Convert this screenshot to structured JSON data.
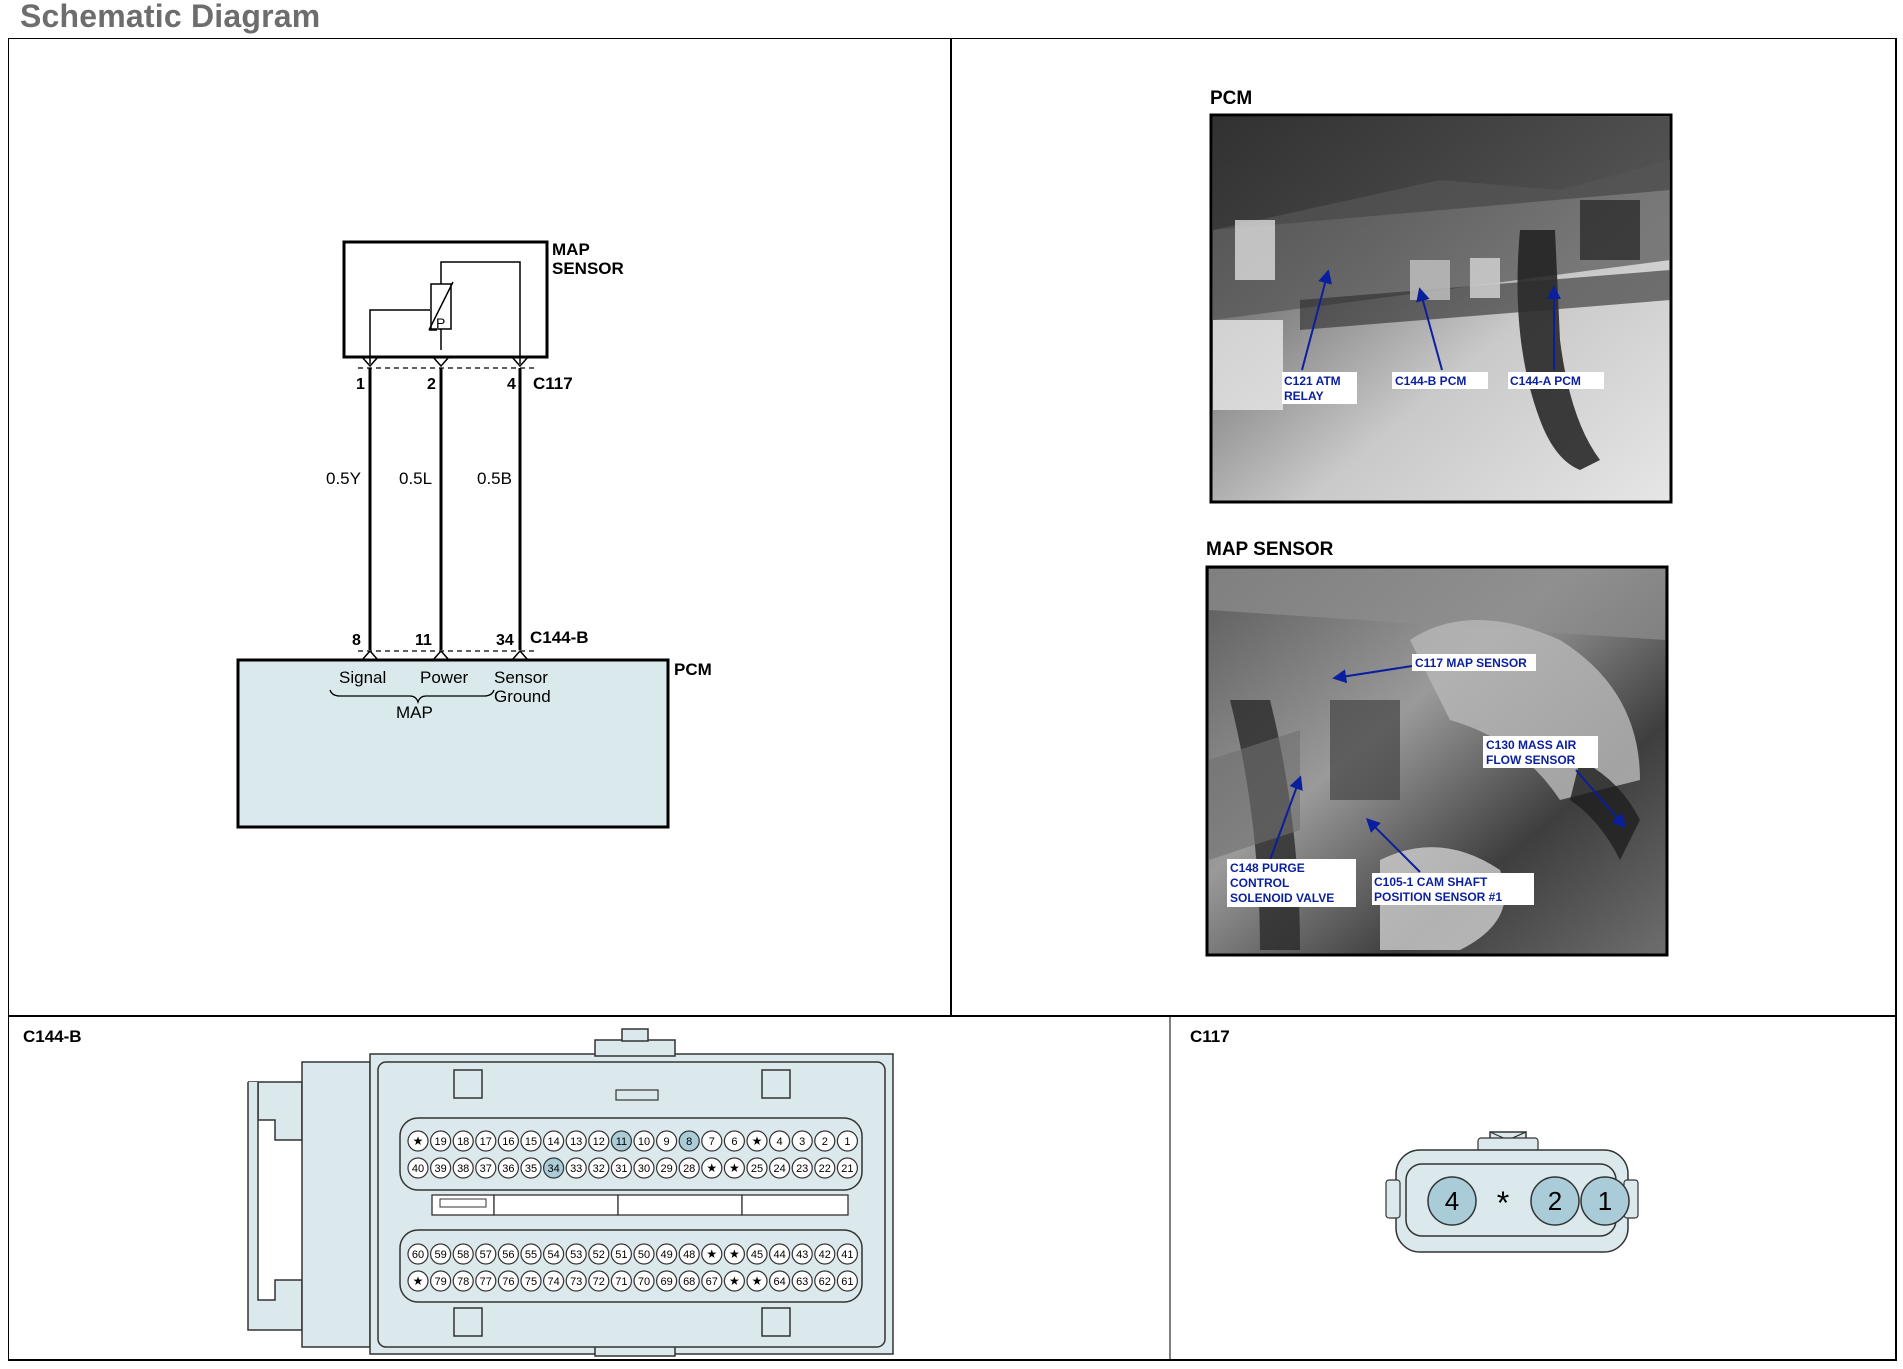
{
  "page_title": "Schematic Diagram",
  "schematic": {
    "map_sensor_label_1": "MAP",
    "map_sensor_label_2": "SENSOR",
    "sensor_symbol": "P",
    "connector_top": "C117",
    "connector_bottom": "C144-B",
    "pcm_label": "PCM",
    "pins_top": [
      "1",
      "2",
      "4"
    ],
    "pins_bottom": [
      "8",
      "11",
      "34"
    ],
    "wires": [
      "0.5Y",
      "0.5L",
      "0.5B"
    ],
    "signal_label": "Signal",
    "power_label": "Power",
    "map_label": "MAP",
    "sensor_ground_1": "Sensor",
    "sensor_ground_2": "Ground"
  },
  "photos": {
    "pcm_title": "PCM",
    "pcm_callouts": {
      "c121_1": "C121 ATM",
      "c121_2": "RELAY",
      "c144b": "C144-B PCM",
      "c144a": "C144-A PCM"
    },
    "map_title": "MAP SENSOR",
    "map_callouts": {
      "c117": "C117 MAP SENSOR",
      "c130_1": "C130 MASS AIR",
      "c130_2": "FLOW SENSOR",
      "c148_1": "C148 PURGE",
      "c148_2": "CONTROL",
      "c148_3": "SOLENOID VALVE",
      "c105_1": "C105-1 CAM SHAFT",
      "c105_2": "POSITION SENSOR #1"
    }
  },
  "connector_c144b": {
    "title": "C144-B",
    "row1": [
      "★",
      "19",
      "18",
      "17",
      "16",
      "15",
      "14",
      "13",
      "12",
      "11",
      "10",
      "9",
      "8",
      "7",
      "6",
      "★",
      "4",
      "3",
      "2",
      "1"
    ],
    "row2": [
      "40",
      "39",
      "38",
      "37",
      "36",
      "35",
      "34",
      "33",
      "32",
      "31",
      "30",
      "29",
      "28",
      "★",
      "★",
      "25",
      "24",
      "23",
      "22",
      "21"
    ],
    "row3": [
      "60",
      "59",
      "58",
      "57",
      "56",
      "55",
      "54",
      "53",
      "52",
      "51",
      "50",
      "49",
      "48",
      "★",
      "★",
      "45",
      "44",
      "43",
      "42",
      "41"
    ],
    "row4": [
      "★",
      "79",
      "78",
      "77",
      "76",
      "75",
      "74",
      "73",
      "72",
      "71",
      "70",
      "69",
      "68",
      "67",
      "★",
      "★",
      "64",
      "63",
      "62",
      "61"
    ],
    "highlighted": [
      "8",
      "11",
      "34"
    ],
    "highlight_color": "#a9ccd8"
  },
  "connector_c117": {
    "title": "C117",
    "pins": [
      "4",
      "*",
      "2",
      "1"
    ],
    "pin_color": "#a9ccd8"
  },
  "colors": {
    "pcm_fill": "#daeaec",
    "connector_fill": "#dbe9ec",
    "callout_blue": "#0a1f9e",
    "title_gray": "#6d6d6d"
  }
}
